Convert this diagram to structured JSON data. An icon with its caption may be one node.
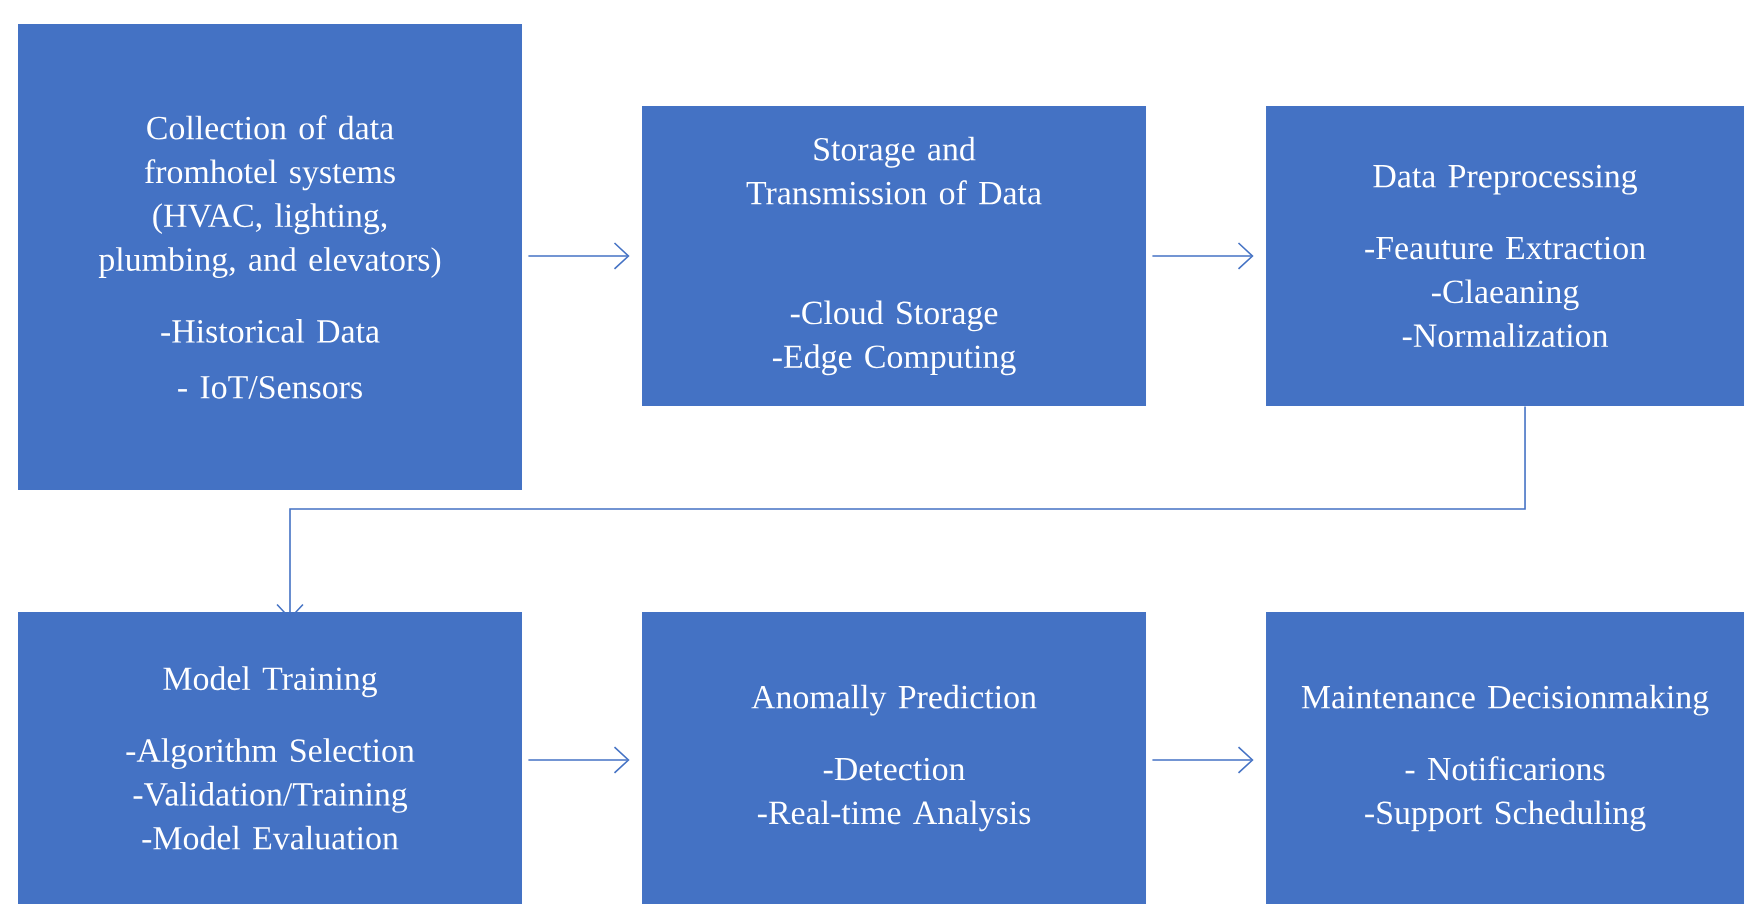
{
  "diagram": {
    "nodes": [
      {
        "text": [
          "Collection of data fromhotel systems (HVAC, lighting, plumbing, and elevators)",
          "-Historical Data",
          "- IoT/Sensors"
        ]
      },
      {
        "text": [
          "Storage and Transmission of Data",
          "-Cloud Storage",
          "-Edge Computing"
        ]
      },
      {
        "text": [
          "Data Preprocessing",
          "-Feauture Extraction",
          "-Claeaning",
          "-Normalization"
        ]
      },
      {
        "text": [
          "Model Training",
          "-Algorithm Selection",
          "-Validation/Training",
          "-Model Evaluation"
        ]
      },
      {
        "text": [
          "Anomally Prediction",
          "-Detection",
          "-Real-time Analysis"
        ]
      },
      {
        "text": [
          "Maintenance Decisionmaking",
          "- Notificarions",
          "-Support Scheduling"
        ]
      }
    ],
    "edges": [
      {
        "from": 0,
        "to": 1,
        "arrow": "to"
      },
      {
        "from": 1,
        "to": 2,
        "arrow": "to"
      },
      {
        "from": 2,
        "to": 3,
        "arrow": "to"
      },
      {
        "from": 3,
        "to": 4,
        "arrow": "to"
      },
      {
        "from": 4,
        "to": 5,
        "arrow": "to"
      }
    ]
  }
}
